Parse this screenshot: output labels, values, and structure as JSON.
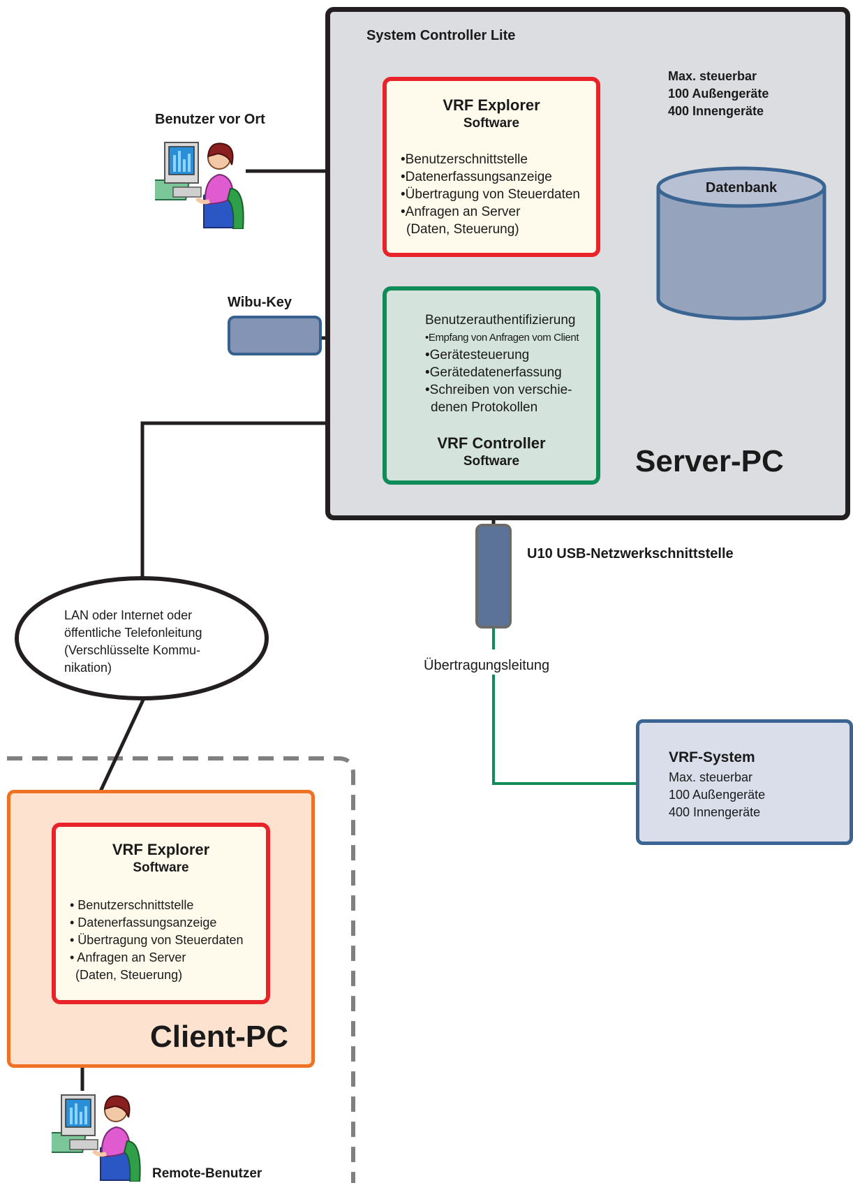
{
  "server": {
    "title": "System Controller Lite",
    "capacity": [
      "Max. steuerbar",
      "100 Außengeräte",
      "400 Innengeräte"
    ],
    "database": "Datenbank",
    "pc_label": "Server-PC"
  },
  "explorer_server": {
    "title": "VRF Explorer",
    "subtitle": "Software",
    "items": [
      "•Benutzerschnittstelle",
      "•Datenerfassungsanzeige",
      "•Übertragung von Steuerdaten",
      "•Anfragen an Server",
      "(Daten, Steuerung)"
    ]
  },
  "controller": {
    "items": [
      "Benutzerauthentifizierung",
      "•Empfang von Anfragen vom Client",
      "•Gerätesteuerung",
      "•Gerätedatenerfassung",
      "•Schreiben von verschie-",
      "denen Protokollen"
    ],
    "title": "VRF Controller",
    "subtitle": "Software"
  },
  "local_user": {
    "label": "Benutzer vor Ort"
  },
  "wibu": {
    "label": "Wibu-Key"
  },
  "usb": {
    "label": "U10 USB-Netzwerkschnittstelle"
  },
  "transmission": {
    "label": "Übertragungsleitung"
  },
  "network": {
    "lines": [
      "LAN oder Internet oder",
      "öffentliche Telefonleitung",
      "(Verschlüsselte Kommu-",
      "nikation)"
    ]
  },
  "vrf_system": {
    "title": "VRF-System",
    "lines": [
      "Max. steuerbar",
      "100 Außengeräte",
      "400 Innengeräte"
    ]
  },
  "explorer_client": {
    "title": "VRF Explorer",
    "subtitle": "Software",
    "items": [
      "• Benutzerschnittstelle",
      "• Datenerfassungsanzeige",
      "• Übertragung von Steuerdaten",
      "• Anfragen an Server",
      "(Daten, Steuerung)"
    ]
  },
  "client": {
    "pc_label": "Client-PC"
  },
  "remote_user": {
    "label": "Remote-Benutzer"
  },
  "colors": {
    "server_border": "#231f20",
    "explorer_border": "#e8232a",
    "controller_border": "#0f8c57",
    "client_border": "#ef7224",
    "network_green": "#0f8c57",
    "db_fill": "#95a3bd"
  }
}
